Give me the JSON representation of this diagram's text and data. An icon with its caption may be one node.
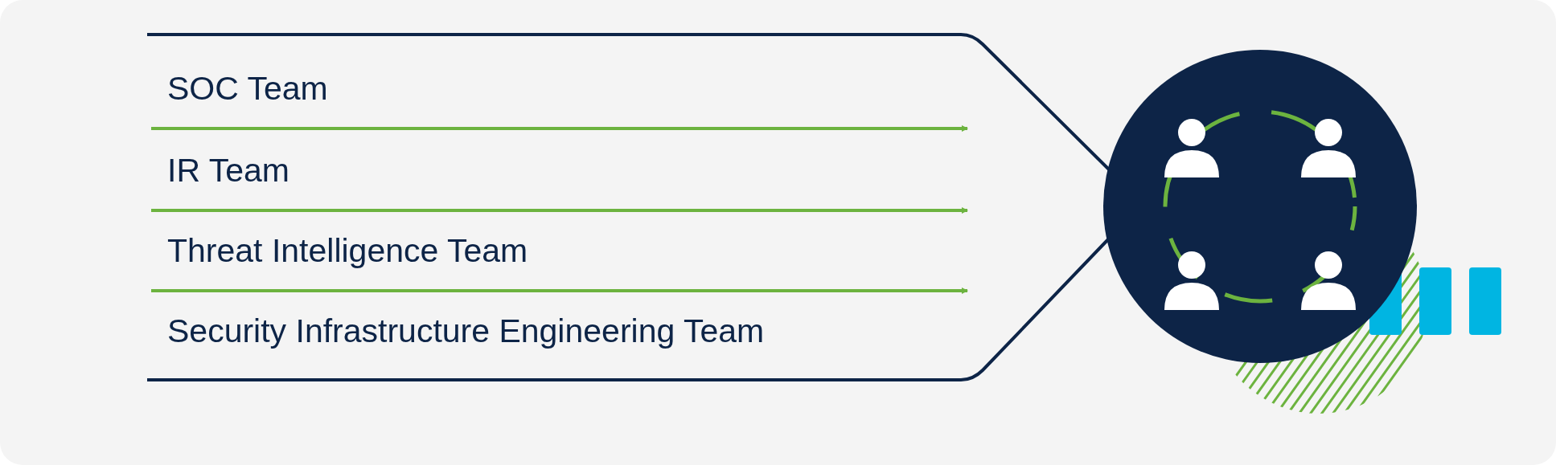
{
  "diagram": {
    "nodes": [
      {
        "text": [
          "SOC Team"
        ]
      },
      {
        "text": [
          "IR Team"
        ]
      },
      {
        "text": [
          "Threat Intelligence Team"
        ]
      },
      {
        "text": [
          "Security Infrastructure Engineering Team"
        ]
      },
      {
        "text": [],
        "shape": "circle"
      }
    ],
    "edges": []
  }
}
